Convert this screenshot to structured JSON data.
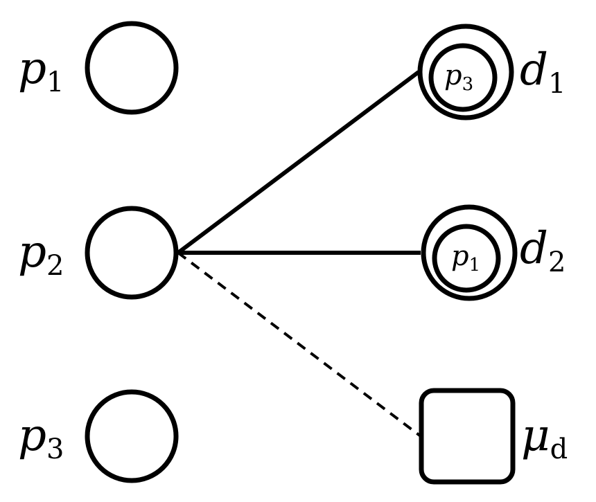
{
  "left_nodes": [
    {
      "name": "p",
      "sub": "1"
    },
    {
      "name": "p",
      "sub": "2"
    },
    {
      "name": "p",
      "sub": "3"
    }
  ],
  "right_nodes": [
    {
      "name": "d",
      "sub": "1",
      "inner_name": "p",
      "inner_sub": "3"
    },
    {
      "name": "d",
      "sub": "2",
      "inner_name": "p",
      "inner_sub": "1"
    },
    {
      "name": "μ",
      "sub": "d"
    }
  ],
  "edges": [
    {
      "from": "p2",
      "to": "d1",
      "style": "solid"
    },
    {
      "from": "p2",
      "to": "d2",
      "style": "solid"
    },
    {
      "from": "p2",
      "to": "μd",
      "style": "dashed"
    }
  ],
  "colors": {
    "stroke": "#000000",
    "background": "#ffffff"
  }
}
